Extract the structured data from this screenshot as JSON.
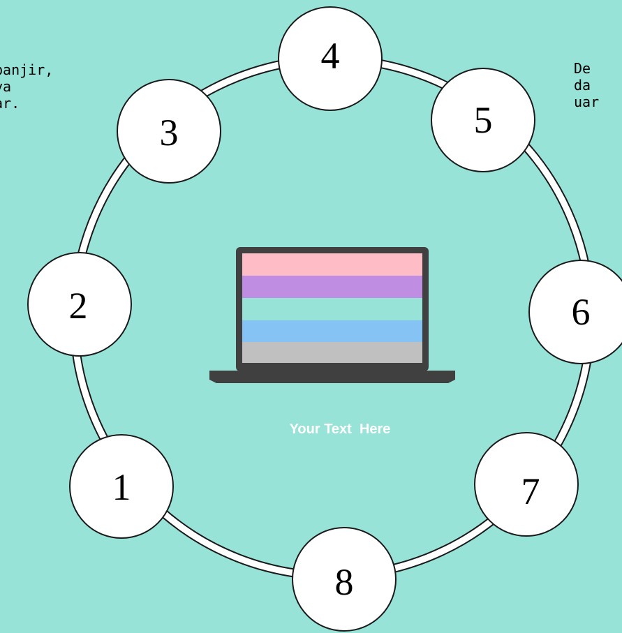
{
  "colors": {
    "background": "#98E3D8",
    "ring": "#FFFFFF",
    "ring_outline": "#1A1A1A",
    "node_fill": "#FFFFFF",
    "node_stroke": "#1A1A1A",
    "laptop_body": "#404040",
    "stripes": [
      "#FDBCC6",
      "#BF8EE3",
      "#98E3D8",
      "#85C3F4",
      "#C0C0C0"
    ],
    "caption": "#FFFFFF"
  },
  "nodes": [
    {
      "label": "1"
    },
    {
      "label": "2"
    },
    {
      "label": "3"
    },
    {
      "label": "4"
    },
    {
      "label": "5"
    },
    {
      "label": "6"
    },
    {
      "label": "7"
    },
    {
      "label": "8"
    }
  ],
  "center": {
    "caption": "Your Text  Here",
    "icon": "laptop-icon"
  },
  "side_text": {
    "left": "banjir,\nya\nar.",
    "right": "De\nda\nuar"
  }
}
